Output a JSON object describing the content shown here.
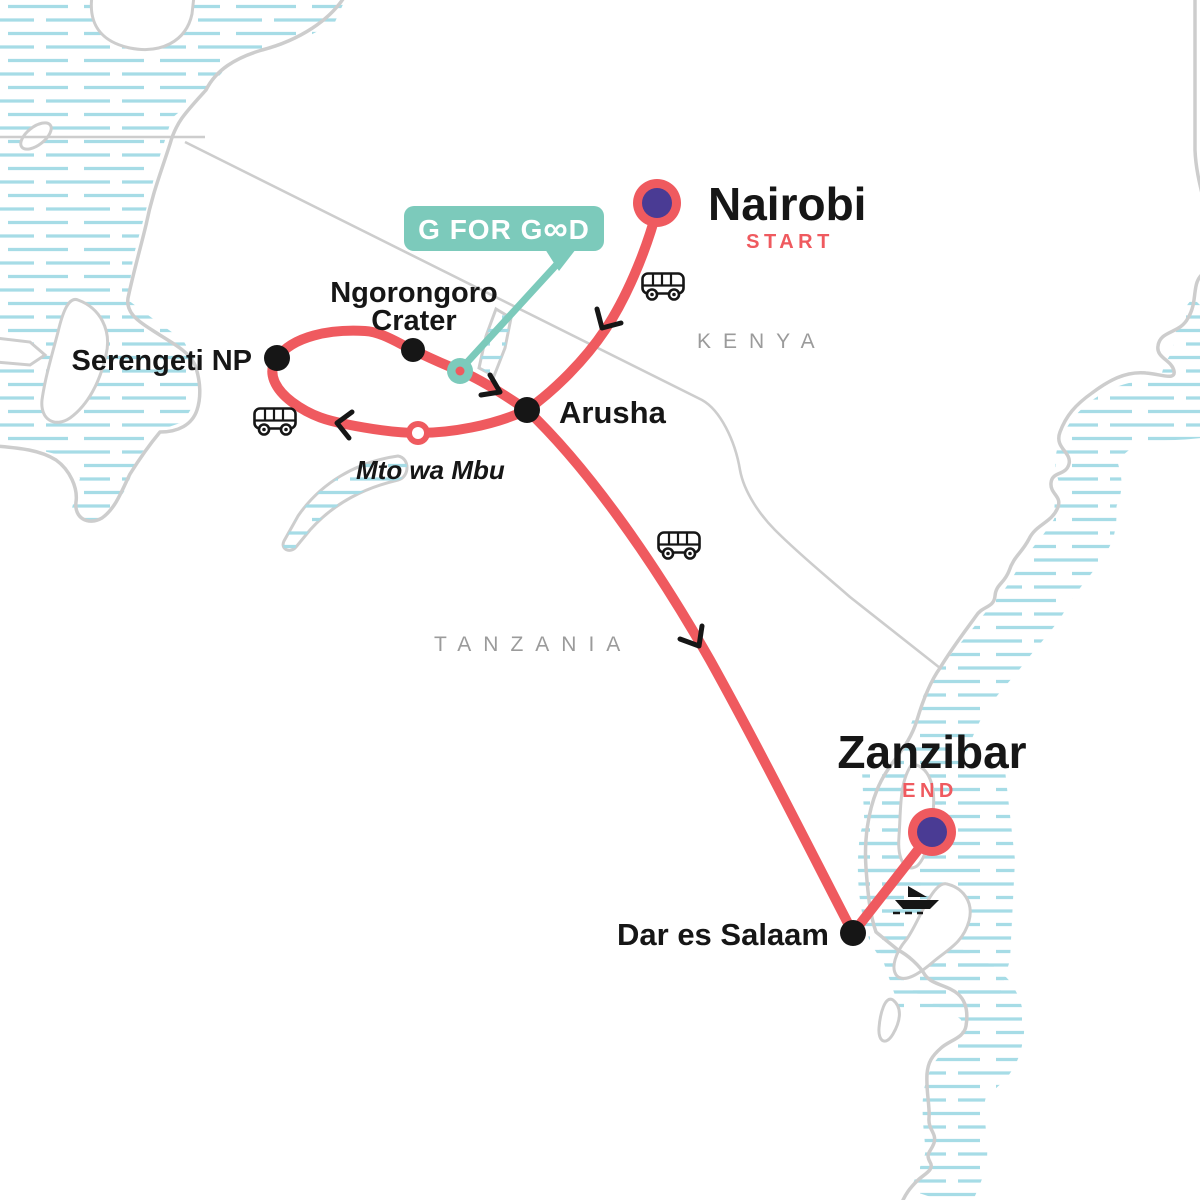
{
  "map": {
    "type": "tour-itinerary-map",
    "countries": {
      "kenya": "KENYA",
      "tanzania": "TANZANIA"
    },
    "badge": {
      "label": "G FOR GOOD",
      "parts": {
        "before": "G FOR G",
        "infinity": "∞",
        "after": "D"
      }
    },
    "stops": {
      "nairobi": {
        "label": "Nairobi",
        "tag": "START"
      },
      "arusha": {
        "label": "Arusha"
      },
      "ngorongoro": {
        "line1": "Ngorongoro",
        "line2": "Crater"
      },
      "serengeti": {
        "label": "Serengeti NP"
      },
      "mto_wa_mbu": {
        "label": "Mto wa Mbu"
      },
      "dar": {
        "label": "Dar es Salaam"
      },
      "zanzibar": {
        "label": "Zanzibar",
        "tag": "END"
      }
    },
    "icons": {
      "bus": "bus-icon",
      "boat": "boat-icon",
      "arrow": "route-direction-arrow"
    },
    "colors": {
      "route": "#EF5A5F",
      "marker_purple": "#4A3B94",
      "teal": "#7CCABB",
      "water_hatch": "#A6DCE6",
      "coast": "#CDCDCD",
      "country_label": "#9B9B9B",
      "text": "#161616"
    }
  }
}
